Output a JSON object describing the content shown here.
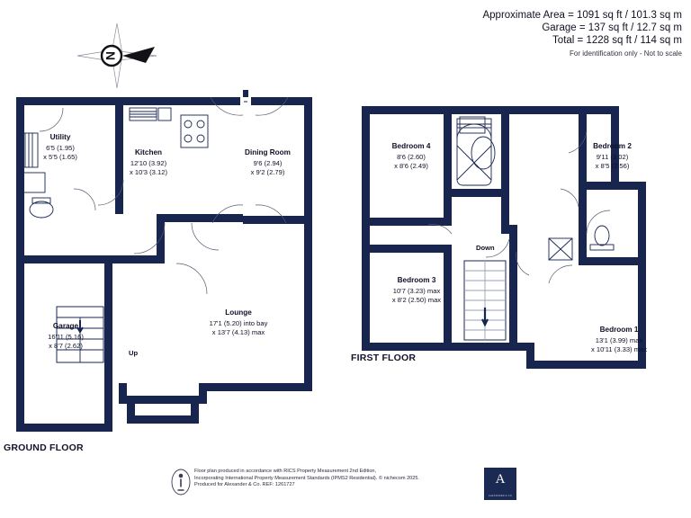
{
  "header": {
    "approx_area": "Approximate Area = 1091 sq ft / 101.3 sq m",
    "garage_area": "Garage = 137 sq ft / 12.7 sq m",
    "total_area": "Total = 1228 sq ft / 114 sq m",
    "disclaimer": "For identification only - Not to scale"
  },
  "compass": {
    "label": "N"
  },
  "floors": {
    "ground_label": "GROUND FLOOR",
    "first_label": "FIRST FLOOR"
  },
  "stairs": {
    "up": "Up",
    "down": "Down"
  },
  "ground_rooms": [
    {
      "name": "Utility",
      "d1": "6'5 (1.95)",
      "d2": "x 5'5 (1.65)"
    },
    {
      "name": "Kitchen",
      "d1": "12'10 (3.92)",
      "d2": "x 10'3 (3.12)"
    },
    {
      "name": "Dining Room",
      "d1": "9'6 (2.94)",
      "d2": "x 9'2 (2.79)"
    },
    {
      "name": "Garage",
      "d1": "16'11 (5.16)",
      "d2": "x 8'7 (2.62)"
    },
    {
      "name": "Lounge",
      "d1": "17'1 (5.20) into bay",
      "d2": "x 13'7 (4.13) max"
    }
  ],
  "first_rooms": [
    {
      "name": "Bedroom 4",
      "d1": "8'6 (2.60)",
      "d2": "x 8'6 (2.49)"
    },
    {
      "name": "Bedroom 2",
      "d1": "9'11 (3.02)",
      "d2": "x 8'5 (2.56)"
    },
    {
      "name": "Bedroom 3",
      "d1": "10'7 (3.23) max",
      "d2": "x 8'2 (2.50) max"
    },
    {
      "name": "Bedroom 1",
      "d1": "13'1 (3.99) max",
      "d2": "x 10'11 (3.33) max"
    }
  ],
  "footer": {
    "line1": "Floor plan produced in accordance with RICS Property Measurement 2nd Edition,",
    "line2": "Incorporating International Property Measurement Standards (IPMS2 Residential).    © nichecom 2025.",
    "line3": "Produced for Alexander & Co.    REF: 1261727",
    "logo_mark": "A",
    "logo_sub": "ALEXANDER & CO"
  },
  "colors": {
    "wall": "#18254f",
    "fixture": "#18254f",
    "text": "#101028",
    "brand": "#1b2a52"
  }
}
